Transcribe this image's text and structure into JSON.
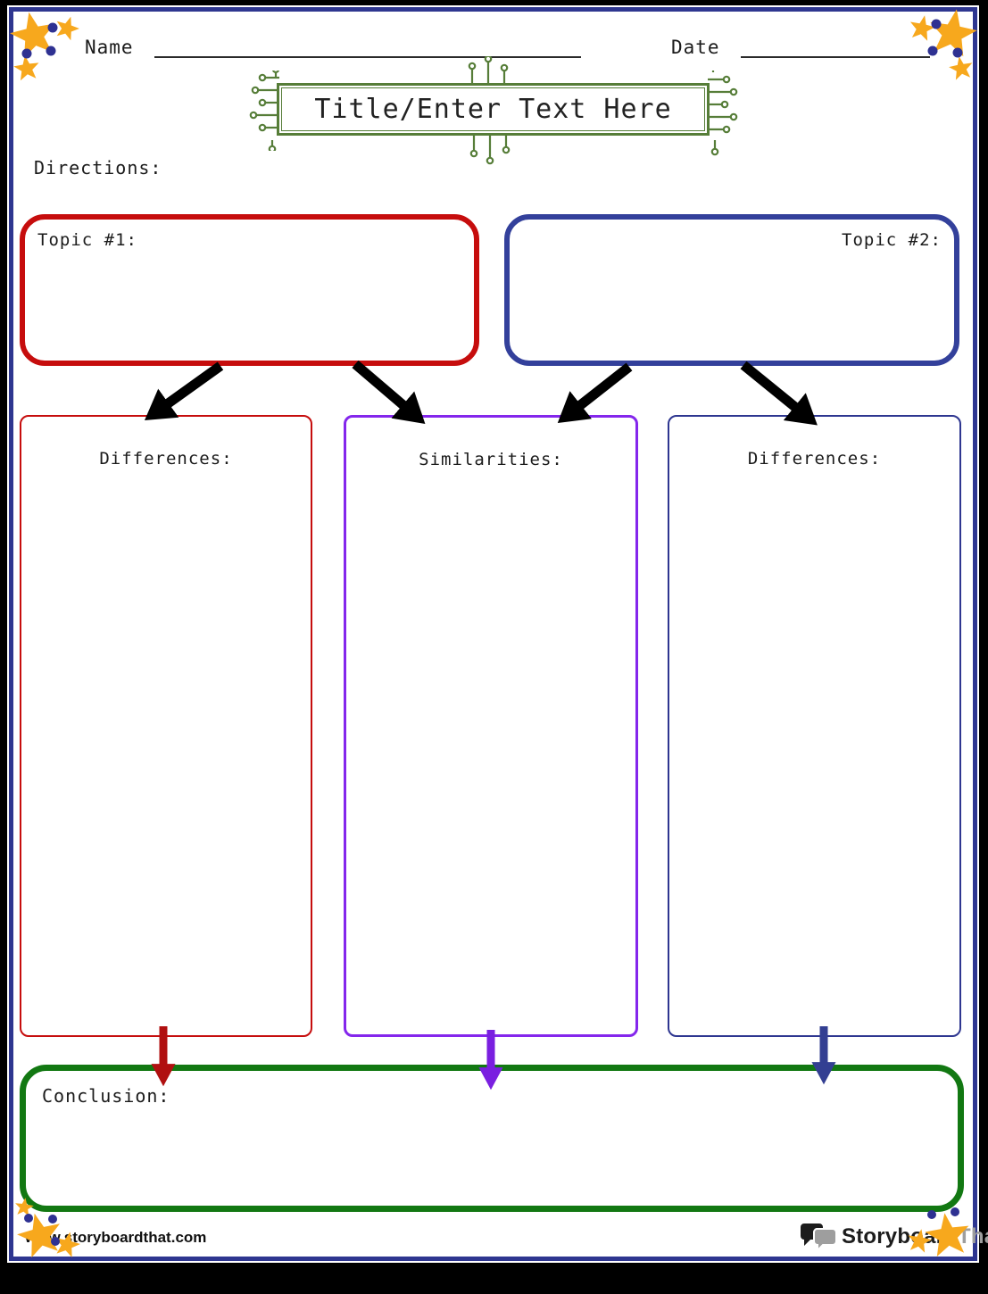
{
  "header": {
    "name_label": "Name",
    "date_label": "Date"
  },
  "title": {
    "text": "Title/Enter Text Here"
  },
  "directions": {
    "label": "Directions:"
  },
  "topics": [
    {
      "label": "Topic #1:",
      "border_color": "#c60d0d"
    },
    {
      "label": "Topic #2:",
      "border_color": "#33409b"
    }
  ],
  "columns": [
    {
      "label": "Differences:",
      "border_color": "#c60d0d",
      "arrow_color": "#b01010"
    },
    {
      "label": "Similarities:",
      "border_color": "#8426ec",
      "arrow_color": "#7a1fe0"
    },
    {
      "label": "Differences:",
      "border_color": "#2e3690",
      "arrow_color": "#333f92"
    }
  ],
  "conclusion": {
    "label": "Conclusion:",
    "border_color": "#127812"
  },
  "footer": {
    "website": "www.storyboardthat.com",
    "logo_primary": "Storyboard",
    "logo_secondary": "That"
  },
  "colors": {
    "page_border_navy": "#2e3690",
    "title_frame_green": "#567d38",
    "star_gold": "#f7a81d",
    "dot_navy": "#2e3192",
    "diagonal_arrow_black": "#000000",
    "logo_gray": "#9e9e9e",
    "background_black": "#000000",
    "page_white": "#ffffff"
  }
}
